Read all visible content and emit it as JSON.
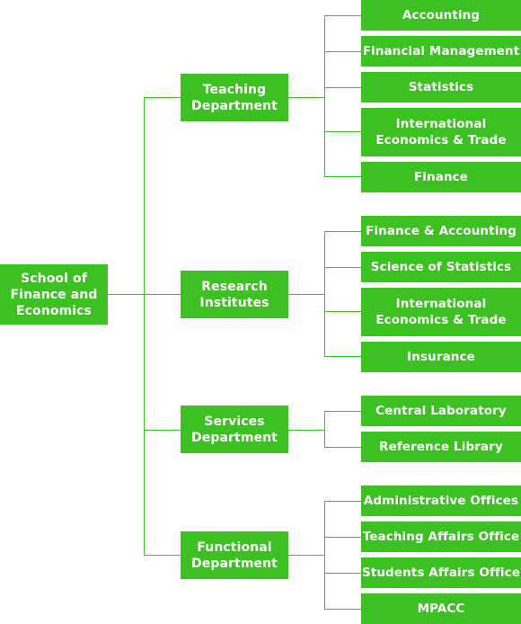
{
  "root": {
    "label": "School of\nFinance and\nEconomics"
  },
  "branches": [
    {
      "label": "Teaching\nDepartment",
      "children": [
        "Accounting",
        "Financial Management",
        "Statistics",
        "International\nEconomics & Trade",
        "Finance"
      ]
    },
    {
      "label": "Research\nInstitutes",
      "children": [
        "Finance & Accounting",
        "Science of Statistics",
        "International\nEconomics & Trade",
        "Insurance"
      ]
    },
    {
      "label": "Services\nDepartment",
      "children": [
        "Central Laboratory",
        "Reference Library"
      ]
    },
    {
      "label": "Functional\nDepartment",
      "children": [
        "Administrative Offices",
        "Teaching Affairs Office",
        "Students Affairs Office",
        "MPACC"
      ]
    }
  ],
  "colors": {
    "box": "#3cc022",
    "line": "#3cc022",
    "text": "#ffffff"
  }
}
